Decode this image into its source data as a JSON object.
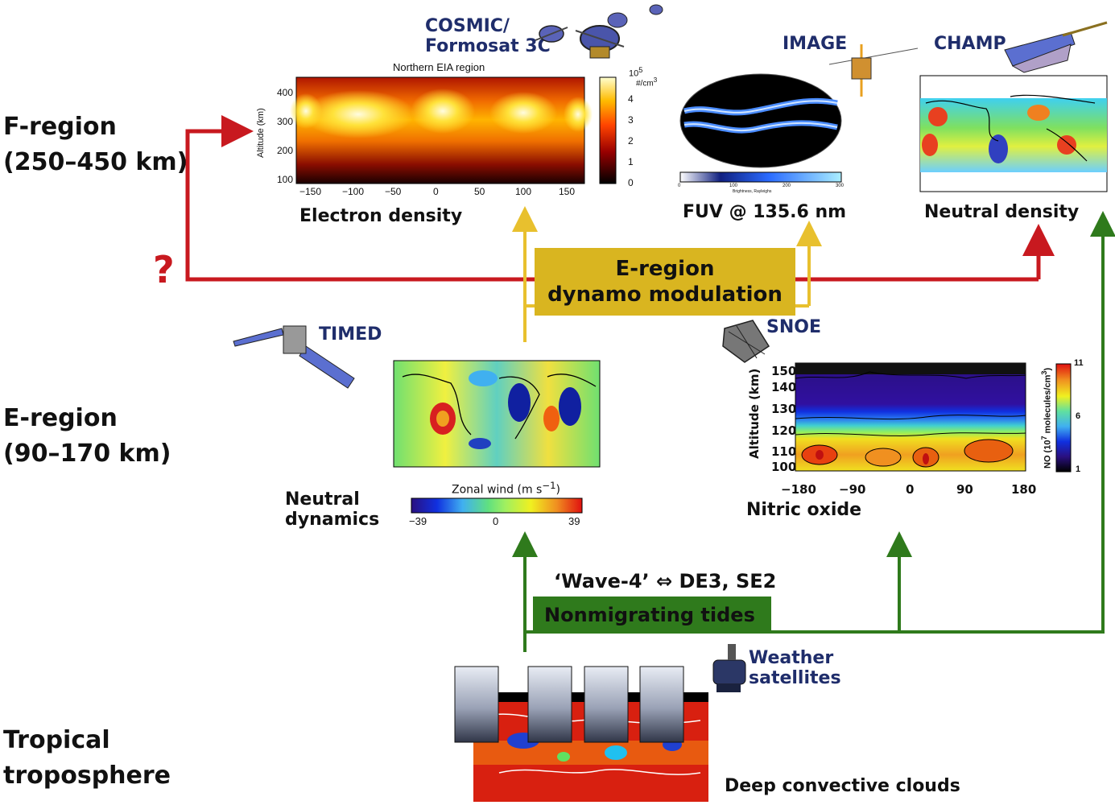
{
  "regions": {
    "f_line1": "F-region",
    "f_line2": "(250–450 km)",
    "e_line1": "E-region",
    "e_line2": "(90–170 km)",
    "t_line1": "Tropical",
    "t_line2": "troposphere"
  },
  "satellites": {
    "cosmic_line1": "COSMIC/",
    "cosmic_line2": "Formosat 3C",
    "image": "IMAGE",
    "champ": "CHAMP",
    "timed": "TIMED",
    "snoe": "SNOE",
    "weather_line1": "Weather",
    "weather_line2": "satellites"
  },
  "panels": {
    "electron_density": {
      "label": "Electron density",
      "title": "Northern EIA region",
      "ylabel": "Altitude (km)",
      "y_ticks": [
        "400",
        "300",
        "200",
        "100"
      ],
      "x_ticks": [
        "−150",
        "−100",
        "−50",
        "0",
        "50",
        "100",
        "150"
      ],
      "cbar_unit_exp": "10",
      "cbar_unit_sup": "5",
      "cbar_unit": "#/cm",
      "cbar_unit_sup2": "3",
      "cbar_ticks": [
        "4",
        "3",
        "2",
        "1",
        "0"
      ]
    },
    "fuv": {
      "label": "FUV @ 135.6 nm",
      "cbar_ticks": [
        "0",
        "100",
        "200",
        "300"
      ],
      "cbar_label": "Brightness, Rayleighs"
    },
    "neutral_density": {
      "label": "Neutral density"
    },
    "neutral_dynamics": {
      "label_line1": "Neutral",
      "label_line2": "dynamics",
      "cbar_title": "Zonal wind (m s",
      "cbar_title_sup": "−1",
      "cbar_title_end": ")",
      "cbar_ticks": [
        "−39",
        "0",
        "39"
      ]
    },
    "nitric_oxide": {
      "label": "Nitric oxide",
      "ylabel": "Altitude (km)",
      "y_ticks": [
        "150",
        "140",
        "130",
        "120",
        "110",
        "100"
      ],
      "x_ticks": [
        "−180",
        "−90",
        "0",
        "90",
        "180"
      ],
      "cbar_label": "NO (10",
      "cbar_label_sup": "7",
      "cbar_label_mid": " molecules/cm",
      "cbar_label_sup2": "3",
      "cbar_label_end": ")",
      "cbar_ticks": [
        "11",
        "6",
        "1"
      ]
    },
    "clouds": {
      "label": "Deep convective clouds"
    }
  },
  "boxes": {
    "dynamo_line1": "E-region",
    "dynamo_line2": "dynamo modulation",
    "tides": "Nonmigrating tides",
    "wave": "‘Wave-4’  ⇔ DE3, SE2"
  },
  "question_mark": "?",
  "colors": {
    "red_arrow": "#c8191f",
    "yellow_arrow": "#e8c02e",
    "green_arrow": "#2f7a1c",
    "dynamo_box": "#d9b520",
    "tides_box": "#2f7a1c",
    "sat_label": "#1f2d6b"
  }
}
